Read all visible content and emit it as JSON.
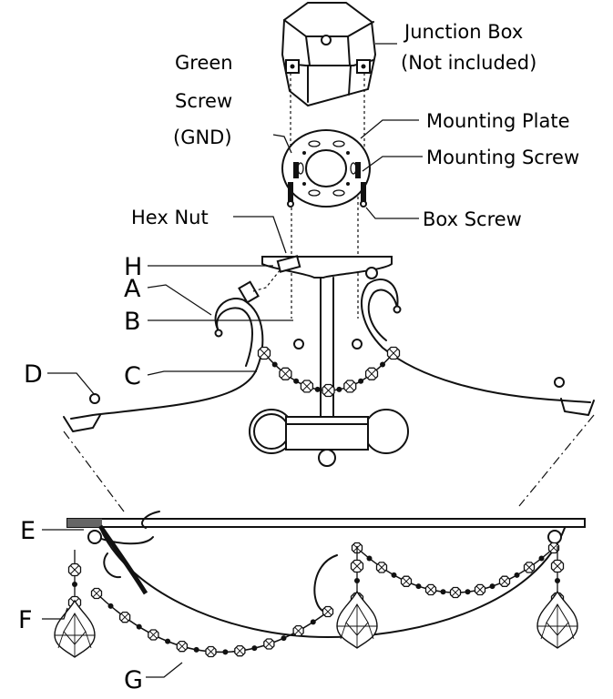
{
  "labels": {
    "junction_box": "Junction Box",
    "not_included": "(Not included)",
    "green": "Green",
    "screw": "Screw",
    "gnd": "(GND)",
    "mounting_plate": "Mounting Plate",
    "mounting_screw": "Mounting Screw",
    "hex_nut": "Hex Nut",
    "box_screw": "Box  Screw"
  },
  "letters": {
    "H": "H",
    "A": "A",
    "B": "B",
    "C": "C",
    "D": "D",
    "E": "E",
    "F": "F",
    "G": "G"
  }
}
